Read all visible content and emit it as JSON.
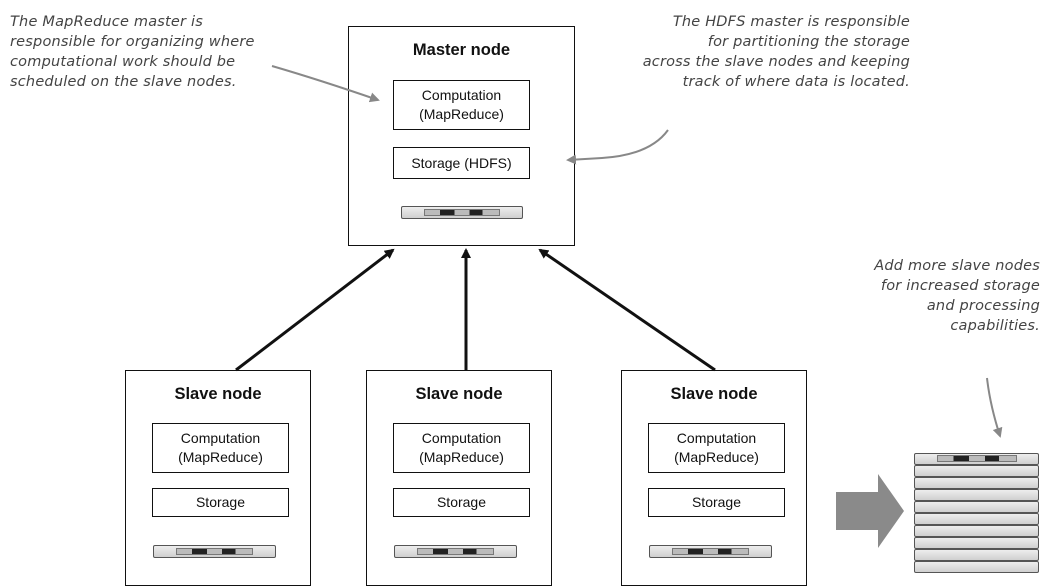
{
  "annotations": {
    "mapreduce_master": "The MapReduce master is\nresponsible for organizing where\ncomputational work should be\nscheduled on the slave nodes.",
    "hdfs_master": "The HDFS master is responsible\nfor partitioning the storage\nacross the slave nodes and keeping\ntrack of where data is located.",
    "scale_out": "Add more slave nodes\nfor increased storage\nand processing\ncapabilities."
  },
  "master": {
    "title": "Master node",
    "computation": "Computation\n(MapReduce)",
    "storage": "Storage (HDFS)"
  },
  "slaves": [
    {
      "title": "Slave node",
      "computation": "Computation\n(MapReduce)",
      "storage": "Storage"
    },
    {
      "title": "Slave node",
      "computation": "Computation\n(MapReduce)",
      "storage": "Storage"
    },
    {
      "title": "Slave node",
      "computation": "Computation\n(MapReduce)",
      "storage": "Storage"
    }
  ],
  "server_stack_count": 10,
  "colors": {
    "line": "#111111",
    "annotation_arrow": "#888888",
    "block_arrow": "#8a8a8a"
  }
}
